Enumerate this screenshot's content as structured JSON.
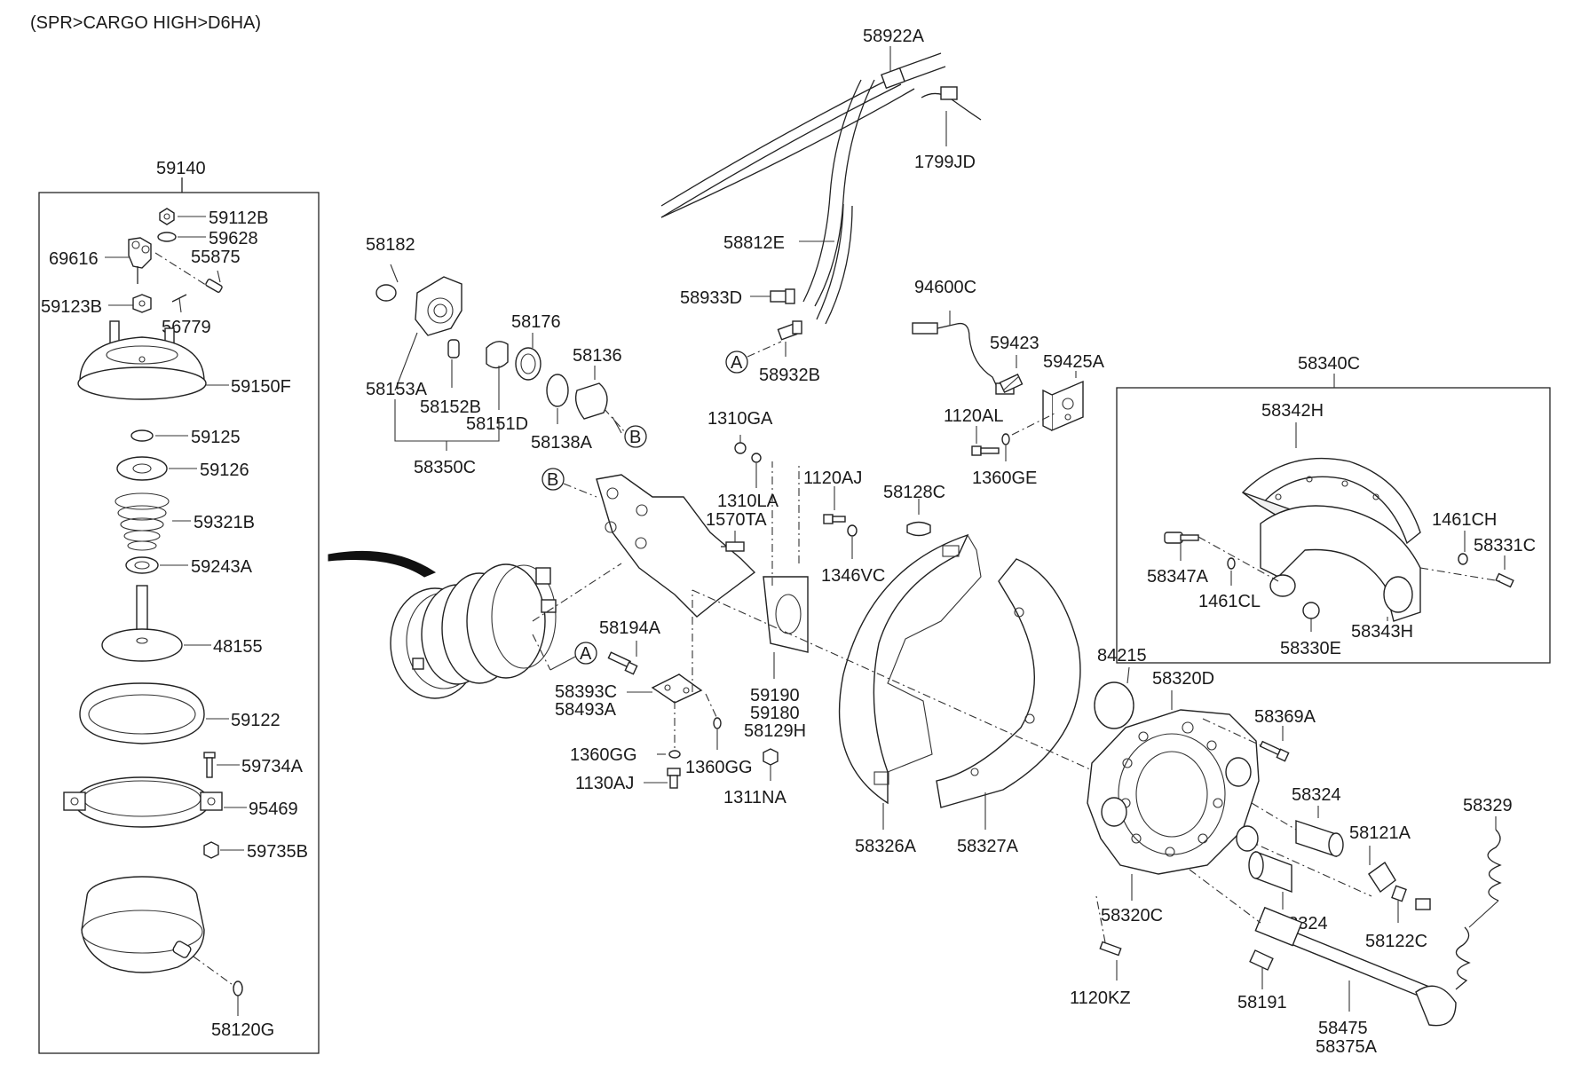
{
  "header": "(SPR>CARGO HIGH>D6HA)",
  "callouts": {
    "A": "A",
    "B": "B"
  },
  "labels": {
    "p58922A": "58922A",
    "p1799JD": "1799JD",
    "p58812E": "58812E",
    "p58933D": "58933D",
    "p58932B": "58932B",
    "p94600C": "94600C",
    "p59423": "59423",
    "p59425A": "59425A",
    "p1120AL": "1120AL",
    "p1360GE": "1360GE",
    "p58182": "58182",
    "p58176": "58176",
    "p58136": "58136",
    "p58153A": "58153A",
    "p58152B": "58152B",
    "p58151D": "58151D",
    "p58138A": "58138A",
    "p58350C": "58350C",
    "p1310GA": "1310GA",
    "p1310LA": "1310LA",
    "p1570TA": "1570TA",
    "p1120AJ": "1120AJ",
    "p58128C": "58128C",
    "p1346VC": "1346VC",
    "p58194A": "58194A",
    "p58393C": "58393C",
    "p58493A": "58493A",
    "p59190": "59190",
    "p59180": "59180",
    "p58129H": "58129H",
    "p1360GG_a": "1360GG",
    "p1360GG_b": "1360GG",
    "p1130AJ": "1130AJ",
    "p1311NA": "1311NA",
    "p59140": "59140",
    "p59112B": "59112B",
    "p59628": "59628",
    "p69616": "69616",
    "p55875": "55875",
    "p59123B": "59123B",
    "p56779": "56779",
    "p59150F": "59150F",
    "p59125": "59125",
    "p59126": "59126",
    "p59321B": "59321B",
    "p59243A": "59243A",
    "p48155": "48155",
    "p59122": "59122",
    "p59734A": "59734A",
    "p95469": "95469",
    "p59735B": "59735B",
    "p58120G": "58120G",
    "p58340C": "58340C",
    "p58342H": "58342H",
    "p1461CH": "1461CH",
    "p58331C": "58331C",
    "p58347A": "58347A",
    "p1461CL": "1461CL",
    "p58330E": "58330E",
    "p58343H": "58343H",
    "p84215": "84215",
    "p58320D": "58320D",
    "p58369A": "58369A",
    "p58324_a": "58324",
    "p58121A": "58121A",
    "p58329": "58329",
    "p58324_b": "58324",
    "p58122C": "58122C",
    "p58320C": "58320C",
    "p58326A": "58326A",
    "p58327A": "58327A",
    "p1120KZ": "1120KZ",
    "p58191": "58191",
    "p58475": "58475",
    "p58375A": "58375A"
  }
}
